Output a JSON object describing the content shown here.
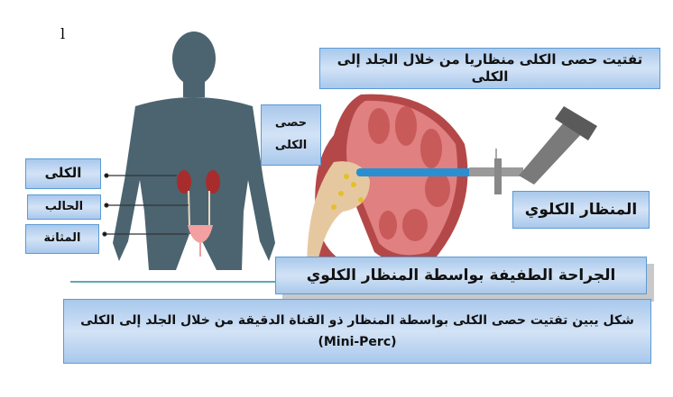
{
  "mark": "l",
  "labels": {
    "kidneys": "الكلى",
    "ureter": "الحالب",
    "bladder": "المثانة",
    "kidney_stones_line1": "حصى",
    "kidney_stones_line2": "الكلى",
    "nephroscope": "المنظار الكلوي"
  },
  "title": "تفتيت حصى الكلى منظاريا من خلال الجلد إلى الكلى",
  "surgery_label": "الجراحة الطفيفة بواسطة المنظار الكلوي",
  "caption": {
    "line1": "شكل يبين تفتيت حصى الكلى بواسطة المنظار ذو القناة الدقيقة من خلال الجلد إلى الكلى",
    "line2": "(Mini-Perc)"
  },
  "colors": {
    "box_border": "#5b9bd5",
    "box_fill": "#b8d2ef",
    "silhouette": "#4b6470",
    "kidney": "#b03a3a"
  }
}
